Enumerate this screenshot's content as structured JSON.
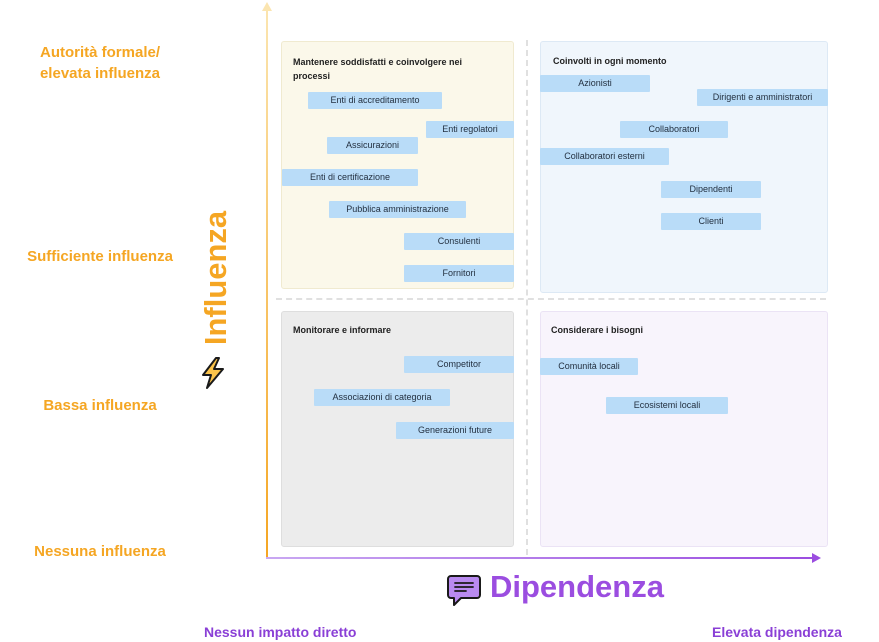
{
  "y_levels": [
    "Autorità formale/\nelevata influenza",
    "Sufficiente influenza",
    "Bassa influenza",
    "Nessuna influenza"
  ],
  "y_axis_title": "Influenza",
  "x_axis_title": "Dipendenza",
  "x_levels": {
    "left": "Nessun impatto diretto",
    "right": "Elevata dipendenza"
  },
  "quadrants": {
    "top_left": {
      "title": "Mantenere soddisfatti e coinvolgere nei processi",
      "items": [
        "Enti di accreditamento",
        "Enti regolatori",
        "Assicurazioni",
        "Enti di certificazione",
        "Pubblica amministrazione",
        "Consulenti",
        "Fornitori"
      ]
    },
    "top_right": {
      "title": "Coinvolti in ogni momento",
      "items": [
        "Azionisti",
        "Dirigenti e amministratori",
        "Collaboratori",
        "Collaboratori esterni",
        "Dipendenti",
        "Clienti"
      ]
    },
    "bottom_left": {
      "title": "Monitorare e informare",
      "items": [
        "Competitor",
        "Associazioni di categoria",
        "Generazioni future"
      ]
    },
    "bottom_right": {
      "title": "Considerare i bisogni",
      "items": [
        "Comunità locali",
        "Ecosistemi locali"
      ]
    }
  },
  "colors": {
    "influence_accent": "#f5a623",
    "dependence_accent": "#9b4de0",
    "chip_fill": "#b9dcf8"
  },
  "icons": {
    "influence": "lightning-bolt-icon",
    "dependence": "chat-bubble-icon"
  }
}
